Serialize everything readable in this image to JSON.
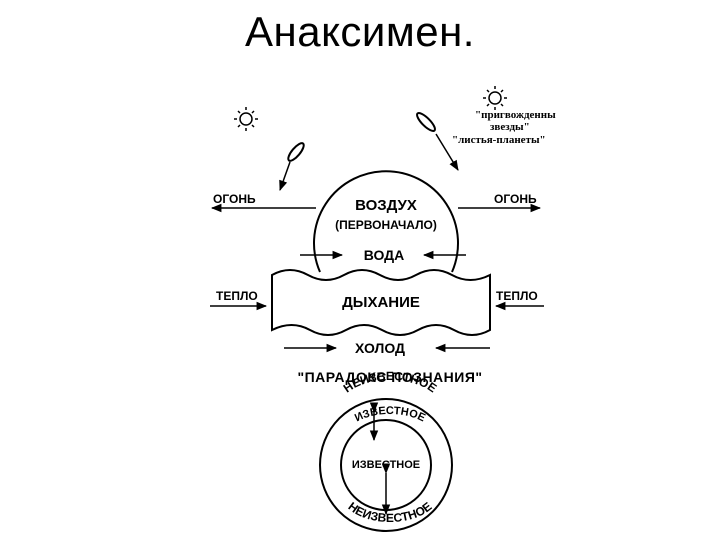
{
  "slide": {
    "title": "Анаксимен."
  },
  "diagram": {
    "top_right_note": [
      "\"пригвожденны",
      "звезды\"",
      "\"листья-планеты\""
    ],
    "fire_left": "ОГОНЬ",
    "fire_right": "ОГОНЬ",
    "air": "ВОЗДУХ",
    "first_principle": "(ПЕРВОНАЧАЛО)",
    "water": "ВОДА",
    "warmth_left": "ТЕПЛО",
    "warmth_right": "ТЕПЛО",
    "breath": "ДЫХАНИЕ",
    "cold": "ХОЛОД",
    "paradox": "\"ПАРАДОКС ПОЗНАНИЯ\"",
    "unknown_top": "НЕИЗВЕСТНОЕ",
    "known_arc": "ИЗВЕСТНОЕ",
    "known_center": "ИЗВЕСТНОЕ",
    "unknown_bottom": "НЕИЗВЕСТНОЕ"
  }
}
